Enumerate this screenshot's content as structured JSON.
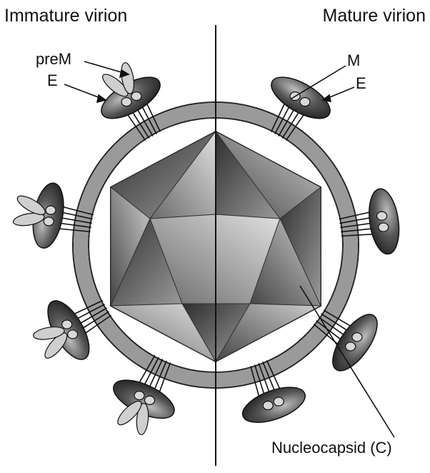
{
  "titles": {
    "left": "Immature virion",
    "right": "Mature virion"
  },
  "labels": {
    "prem": "preM",
    "e_left": "E",
    "m": "M",
    "e_right": "E",
    "nucleocapsid": "Nucleocapsid (C)"
  },
  "colors": {
    "membrane": "#9a9a9a",
    "membrane_edge": "#222222",
    "capsid_dark": "#3c3c3c",
    "capsid_light": "#c8c8c8",
    "glycoprotein": "#3a3a3a",
    "prem_fill": "#cfcfcf"
  }
}
